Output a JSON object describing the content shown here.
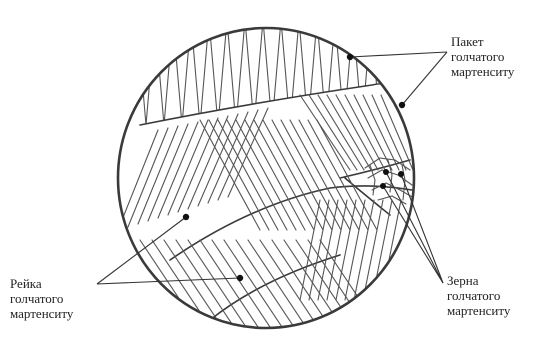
{
  "labels": {
    "packet": [
      "Пакет",
      "голчатого",
      "мартенситу"
    ],
    "lath": [
      "Рейка",
      "голчатого",
      "мартенситу"
    ],
    "grains": [
      "Зерна",
      "голчатого",
      "мартенситу"
    ]
  },
  "colors": {
    "outline": "#3a3a3a",
    "hatch": "#555555",
    "leader": "#333333",
    "text": "#222222"
  }
}
